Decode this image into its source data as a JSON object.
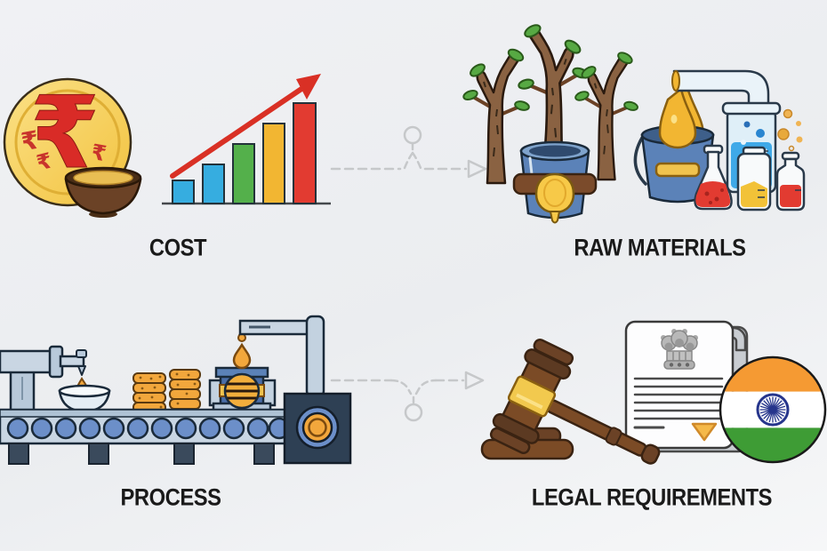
{
  "page": {
    "background_color": "#eef0f2"
  },
  "symbols": {
    "rupee": "₹"
  },
  "sections": [
    {
      "id": "cost",
      "label": "COST"
    },
    {
      "id": "raw_materials",
      "label": "RAW MATERIALS"
    },
    {
      "id": "process",
      "label": "PROCESS"
    },
    {
      "id": "legal_requirements",
      "label": "LEGAL REQUIREMENTS"
    }
  ],
  "connectors": [
    {
      "from": "COST",
      "to": "RAW MATERIALS",
      "style": "dashed-arrow-right"
    },
    {
      "from": "PROCESS",
      "to": "LEGAL REQUIREMENTS",
      "style": "dashed-arrow-right"
    }
  ],
  "colors": {
    "bar_blue": "#36ADE0",
    "bar_green": "#54B04B",
    "bar_yellow": "#F2B632",
    "bar_red": "#E23B31",
    "trend_arrow_red": "#D93025",
    "coin_gold": "#F7CE53",
    "rupee_red": "#D92B27",
    "bucket_blue": "#5B82B8",
    "leaf_green": "#57A943",
    "trunk_brown": "#8A6242",
    "flag_saffron": "#F59A33",
    "flag_white": "#FFFFFF",
    "flag_green": "#3E9C35",
    "chakra_navy": "#26358C",
    "gavel_brown": "#6B4226",
    "connector_gray": "#C6C8CA",
    "label_black": "#1A1A1A"
  }
}
